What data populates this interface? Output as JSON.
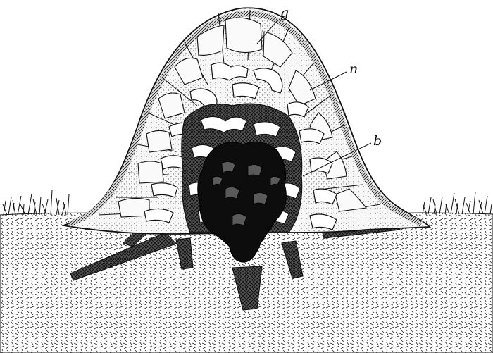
{
  "figure": {
    "labels": {
      "g": "g",
      "n": "n",
      "b": "b"
    },
    "colors": {
      "ink": "#111111",
      "paper": "#ffffff",
      "chamber_fill": "#ffffff",
      "block_fill": "#f4f4f4",
      "dark_core": "#0d0d0d"
    }
  }
}
